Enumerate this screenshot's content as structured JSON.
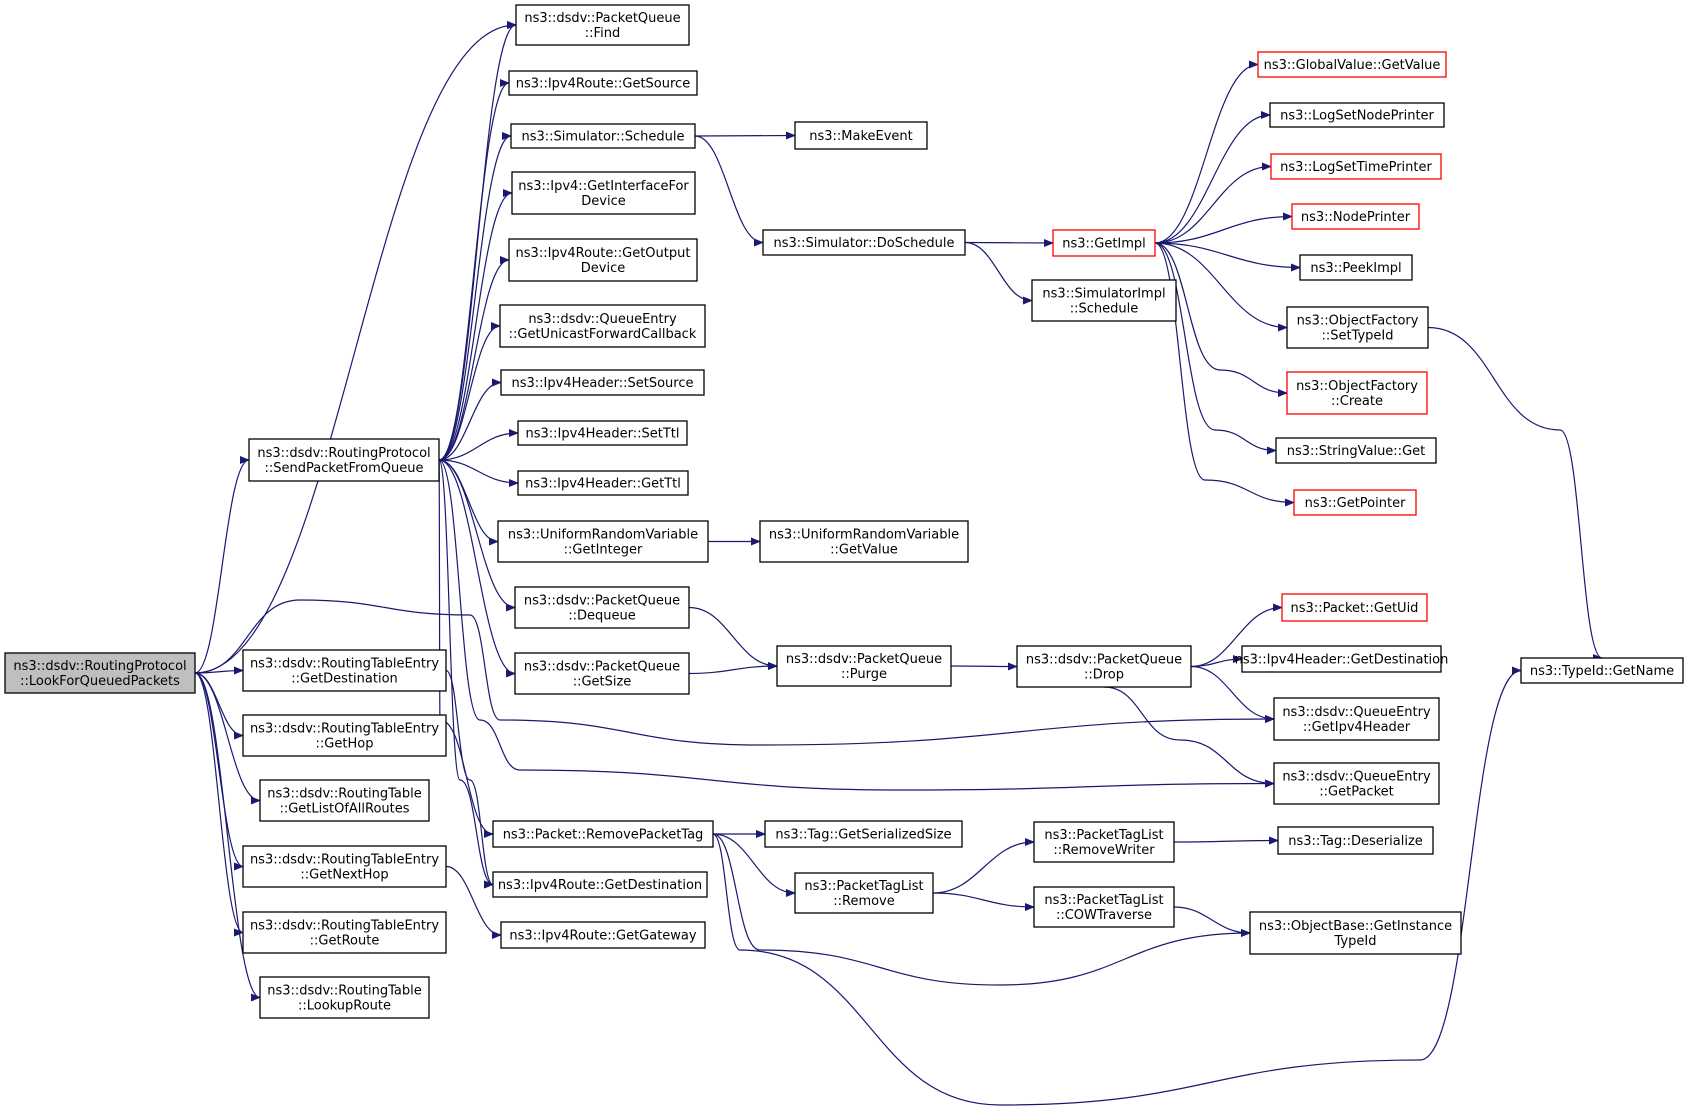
{
  "colors": {
    "edge": "#191970",
    "box_border": "#000000",
    "box_border_truncated": "#ff0000",
    "root_fill": "#bfbfbf",
    "box_fill": "#ffffff"
  },
  "nodes": [
    {
      "id": "root",
      "lines": [
        "ns3::dsdv::RoutingProtocol",
        "::LookForQueuedPackets"
      ],
      "style": "root"
    },
    {
      "id": "pq_find",
      "lines": [
        "ns3::dsdv::PacketQueue",
        "::Find"
      ],
      "style": "normal"
    },
    {
      "id": "ipv4route_getsource",
      "lines": [
        "ns3::Ipv4Route::GetSource"
      ],
      "style": "normal"
    },
    {
      "id": "sim_schedule",
      "lines": [
        "ns3::Simulator::Schedule"
      ],
      "style": "normal"
    },
    {
      "id": "make_event",
      "lines": [
        "ns3::MakeEvent"
      ],
      "style": "normal"
    },
    {
      "id": "ipv4_getinterface",
      "lines": [
        "ns3::Ipv4::GetInterfaceFor",
        "Device"
      ],
      "style": "normal"
    },
    {
      "id": "ipv4route_getoutput",
      "lines": [
        "ns3::Ipv4Route::GetOutput",
        "Device"
      ],
      "style": "normal"
    },
    {
      "id": "qe_getunicast",
      "lines": [
        "ns3::dsdv::QueueEntry",
        "::GetUnicastForwardCallback"
      ],
      "style": "normal"
    },
    {
      "id": "ipv4hdr_setsource",
      "lines": [
        "ns3::Ipv4Header::SetSource"
      ],
      "style": "normal"
    },
    {
      "id": "send_from_queue",
      "lines": [
        "ns3::dsdv::RoutingProtocol",
        "::SendPacketFromQueue"
      ],
      "style": "normal"
    },
    {
      "id": "ipv4hdr_setttl",
      "lines": [
        "ns3::Ipv4Header::SetTtl"
      ],
      "style": "normal"
    },
    {
      "id": "ipv4hdr_getttl",
      "lines": [
        "ns3::Ipv4Header::GetTtl"
      ],
      "style": "normal"
    },
    {
      "id": "urv_getinteger",
      "lines": [
        "ns3::UniformRandomVariable",
        "::GetInteger"
      ],
      "style": "normal"
    },
    {
      "id": "urv_getvalue",
      "lines": [
        "ns3::UniformRandomVariable",
        "::GetValue"
      ],
      "style": "normal"
    },
    {
      "id": "pq_dequeue",
      "lines": [
        "ns3::dsdv::PacketQueue",
        "::Dequeue"
      ],
      "style": "normal"
    },
    {
      "id": "pq_getsize",
      "lines": [
        "ns3::dsdv::PacketQueue",
        "::GetSize"
      ],
      "style": "normal"
    },
    {
      "id": "pq_purge",
      "lines": [
        "ns3::dsdv::PacketQueue",
        "::Purge"
      ],
      "style": "normal"
    },
    {
      "id": "pq_drop",
      "lines": [
        "ns3::dsdv::PacketQueue",
        "::Drop"
      ],
      "style": "normal"
    },
    {
      "id": "sim_doschedule",
      "lines": [
        "ns3::Simulator::DoSchedule"
      ],
      "style": "normal"
    },
    {
      "id": "simimpl_schedule",
      "lines": [
        "ns3::SimulatorImpl",
        "::Schedule"
      ],
      "style": "normal"
    },
    {
      "id": "getimpl",
      "lines": [
        "ns3::GetImpl"
      ],
      "style": "truncated"
    },
    {
      "id": "gv_getvalue",
      "lines": [
        "ns3::GlobalValue::GetValue"
      ],
      "style": "truncated"
    },
    {
      "id": "logsetnodeprinter",
      "lines": [
        "ns3::LogSetNodePrinter"
      ],
      "style": "normal"
    },
    {
      "id": "logsettimeprinter",
      "lines": [
        "ns3::LogSetTimePrinter"
      ],
      "style": "truncated"
    },
    {
      "id": "nodeprinter",
      "lines": [
        "ns3::NodePrinter"
      ],
      "style": "truncated"
    },
    {
      "id": "peekimpl",
      "lines": [
        "ns3::PeekImpl"
      ],
      "style": "normal"
    },
    {
      "id": "of_settypeid",
      "lines": [
        "ns3::ObjectFactory",
        "::SetTypeId"
      ],
      "style": "normal"
    },
    {
      "id": "of_create",
      "lines": [
        "ns3::ObjectFactory",
        "::Create"
      ],
      "style": "truncated"
    },
    {
      "id": "stringvalue_get",
      "lines": [
        "ns3::StringValue::Get"
      ],
      "style": "normal"
    },
    {
      "id": "getpointer",
      "lines": [
        "ns3::GetPointer"
      ],
      "style": "truncated"
    },
    {
      "id": "typeid_getname",
      "lines": [
        "ns3::TypeId::GetName"
      ],
      "style": "normal"
    },
    {
      "id": "packet_getuid",
      "lines": [
        "ns3::Packet::GetUid"
      ],
      "style": "truncated"
    },
    {
      "id": "ipv4hdr_getdestination",
      "lines": [
        "ns3::Ipv4Header::GetDestination"
      ],
      "style": "normal"
    },
    {
      "id": "qe_getipv4header",
      "lines": [
        "ns3::dsdv::QueueEntry",
        "::GetIpv4Header"
      ],
      "style": "normal"
    },
    {
      "id": "qe_getpacket",
      "lines": [
        "ns3::dsdv::QueueEntry",
        "::GetPacket"
      ],
      "style": "normal"
    },
    {
      "id": "rte_getdestination",
      "lines": [
        "ns3::dsdv::RoutingTableEntry",
        "::GetDestination"
      ],
      "style": "normal"
    },
    {
      "id": "rte_gethop",
      "lines": [
        "ns3::dsdv::RoutingTableEntry",
        "::GetHop"
      ],
      "style": "normal"
    },
    {
      "id": "rt_getlistofallroutes",
      "lines": [
        "ns3::dsdv::RoutingTable",
        "::GetListOfAllRoutes"
      ],
      "style": "normal"
    },
    {
      "id": "rte_getnexthop",
      "lines": [
        "ns3::dsdv::RoutingTableEntry",
        "::GetNextHop"
      ],
      "style": "normal"
    },
    {
      "id": "rte_getroute",
      "lines": [
        "ns3::dsdv::RoutingTableEntry",
        "::GetRoute"
      ],
      "style": "normal"
    },
    {
      "id": "rt_lookuproute",
      "lines": [
        "ns3::dsdv::RoutingTable",
        "::LookupRoute"
      ],
      "style": "normal"
    },
    {
      "id": "packet_removepackettag",
      "lines": [
        "ns3::Packet::RemovePacketTag"
      ],
      "style": "normal"
    },
    {
      "id": "ipv4route_getdestination",
      "lines": [
        "ns3::Ipv4Route::GetDestination"
      ],
      "style": "normal"
    },
    {
      "id": "ipv4route_getgateway",
      "lines": [
        "ns3::Ipv4Route::GetGateway"
      ],
      "style": "normal"
    },
    {
      "id": "tag_getserializedsize",
      "lines": [
        "ns3::Tag::GetSerializedSize"
      ],
      "style": "normal"
    },
    {
      "id": "ptl_remove",
      "lines": [
        "ns3::PacketTagList",
        "::Remove"
      ],
      "style": "normal"
    },
    {
      "id": "ptl_removewriter",
      "lines": [
        "ns3::PacketTagList",
        "::RemoveWriter"
      ],
      "style": "normal"
    },
    {
      "id": "ptl_cowtraverse",
      "lines": [
        "ns3::PacketTagList",
        "::COWTraverse"
      ],
      "style": "normal"
    },
    {
      "id": "tag_deserialize",
      "lines": [
        "ns3::Tag::Deserialize"
      ],
      "style": "normal"
    },
    {
      "id": "ob_getinstancetypeid",
      "lines": [
        "ns3::ObjectBase::GetInstance",
        "TypeId"
      ],
      "style": "normal"
    }
  ],
  "edges": [
    [
      "root",
      "pq_find"
    ],
    [
      "root",
      "send_from_queue"
    ],
    [
      "root",
      "qe_getipv4header"
    ],
    [
      "root",
      "rte_getdestination"
    ],
    [
      "root",
      "rte_gethop"
    ],
    [
      "root",
      "rt_getlistofallroutes"
    ],
    [
      "root",
      "rte_getnexthop"
    ],
    [
      "root",
      "rte_getroute"
    ],
    [
      "root",
      "rt_lookuproute"
    ],
    [
      "send_from_queue",
      "pq_find"
    ],
    [
      "send_from_queue",
      "ipv4route_getsource"
    ],
    [
      "send_from_queue",
      "sim_schedule"
    ],
    [
      "send_from_queue",
      "ipv4_getinterface"
    ],
    [
      "send_from_queue",
      "ipv4route_getoutput"
    ],
    [
      "send_from_queue",
      "qe_getunicast"
    ],
    [
      "send_from_queue",
      "ipv4hdr_setsource"
    ],
    [
      "send_from_queue",
      "ipv4hdr_setttl"
    ],
    [
      "send_from_queue",
      "ipv4hdr_getttl"
    ],
    [
      "send_from_queue",
      "urv_getinteger"
    ],
    [
      "send_from_queue",
      "pq_dequeue"
    ],
    [
      "send_from_queue",
      "pq_getsize"
    ],
    [
      "send_from_queue",
      "packet_removepackettag"
    ],
    [
      "send_from_queue",
      "ipv4route_getdestination"
    ],
    [
      "send_from_queue",
      "qe_getpacket"
    ],
    [
      "rte_getdestination",
      "ipv4route_getdestination"
    ],
    [
      "rte_getnexthop",
      "ipv4route_getgateway"
    ],
    [
      "sim_schedule",
      "make_event"
    ],
    [
      "sim_schedule",
      "sim_doschedule"
    ],
    [
      "sim_doschedule",
      "getimpl"
    ],
    [
      "sim_doschedule",
      "simimpl_schedule"
    ],
    [
      "getimpl",
      "gv_getvalue"
    ],
    [
      "getimpl",
      "logsetnodeprinter"
    ],
    [
      "getimpl",
      "logsettimeprinter"
    ],
    [
      "getimpl",
      "nodeprinter"
    ],
    [
      "getimpl",
      "peekimpl"
    ],
    [
      "getimpl",
      "of_settypeid"
    ],
    [
      "getimpl",
      "of_create"
    ],
    [
      "getimpl",
      "stringvalue_get"
    ],
    [
      "getimpl",
      "getpointer"
    ],
    [
      "of_settypeid",
      "typeid_getname"
    ],
    [
      "urv_getinteger",
      "urv_getvalue"
    ],
    [
      "pq_dequeue",
      "pq_purge"
    ],
    [
      "pq_getsize",
      "pq_purge"
    ],
    [
      "pq_purge",
      "pq_drop"
    ],
    [
      "pq_drop",
      "packet_getuid"
    ],
    [
      "pq_drop",
      "ipv4hdr_getdestination"
    ],
    [
      "pq_drop",
      "qe_getipv4header"
    ],
    [
      "pq_drop",
      "qe_getpacket"
    ],
    [
      "packet_removepackettag",
      "tag_getserializedsize"
    ],
    [
      "packet_removepackettag",
      "ptl_remove"
    ],
    [
      "packet_removepackettag",
      "ob_getinstancetypeid"
    ],
    [
      "packet_removepackettag",
      "typeid_getname"
    ],
    [
      "ptl_remove",
      "ptl_removewriter"
    ],
    [
      "ptl_remove",
      "ptl_cowtraverse"
    ],
    [
      "ptl_removewriter",
      "tag_deserialize"
    ],
    [
      "ptl_cowtraverse",
      "ob_getinstancetypeid"
    ]
  ]
}
